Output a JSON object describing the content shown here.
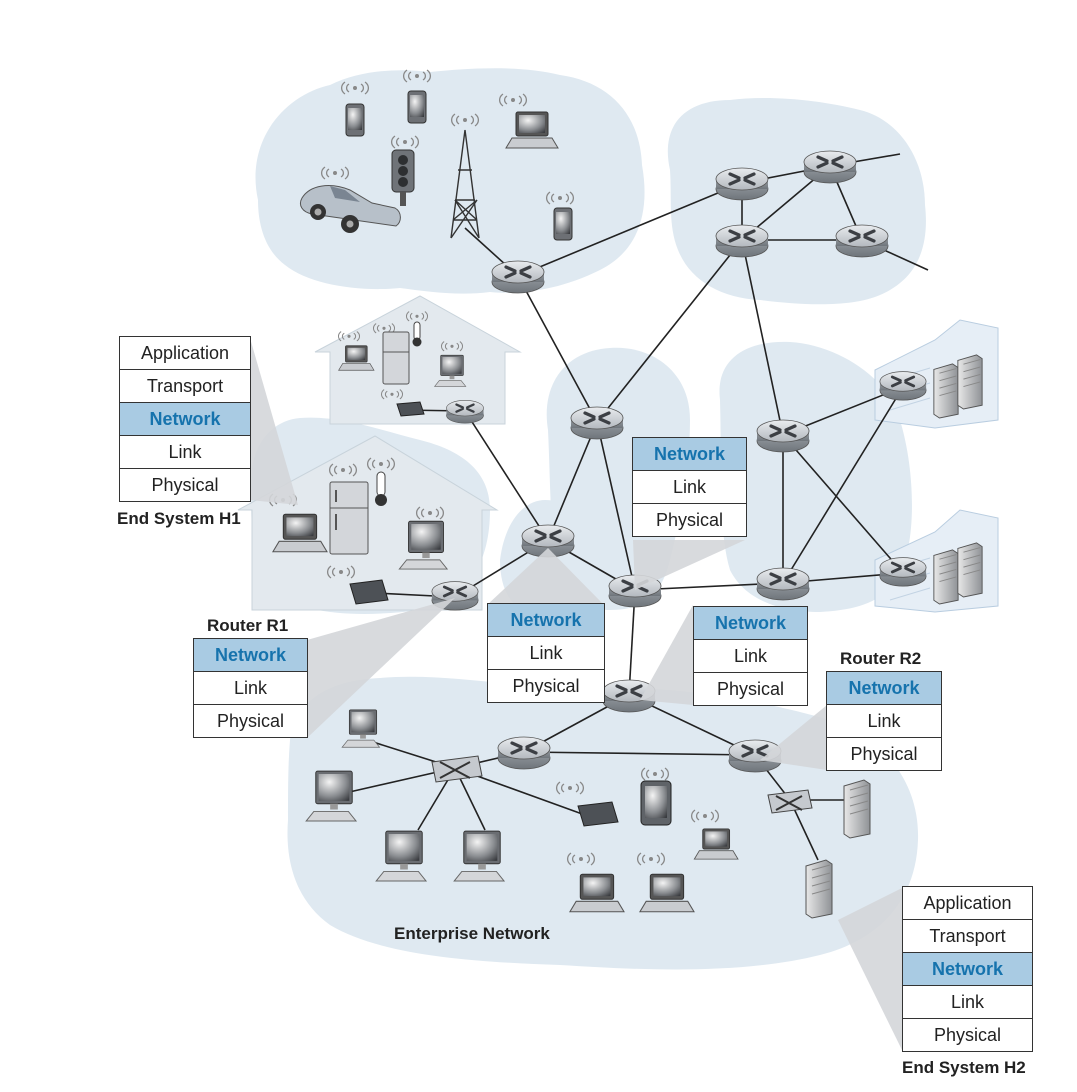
{
  "colors": {
    "cloud": "#dfe9f1",
    "network_highlight": "#a9cbe3",
    "network_text": "#1673ad",
    "router_body": "#b7bcc2"
  },
  "labels": {
    "end_system_h1": "End System H1",
    "end_system_h2": "End System H2",
    "router_r1": "Router R1",
    "router_r2": "Router R2",
    "enterprise_network": "Enterprise Network"
  },
  "layers": {
    "application": "Application",
    "transport": "Transport",
    "network": "Network",
    "link": "Link",
    "physical": "Physical"
  },
  "icons": [
    "router-icon",
    "switch-icon",
    "laptop-icon",
    "desktop-icon",
    "smartphone-icon",
    "tablet-icon",
    "car-icon",
    "traffic-light-icon",
    "cell-tower-icon",
    "refrigerator-icon",
    "thermometer-icon",
    "server-rack-icon",
    "wireless-access-point-icon",
    "house-icon",
    "data-center-icon"
  ]
}
